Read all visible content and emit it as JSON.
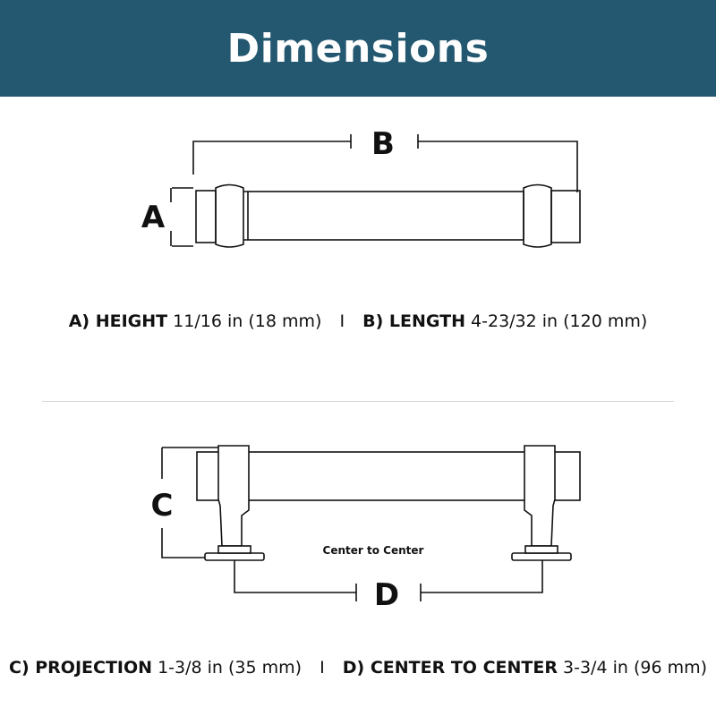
{
  "header": {
    "title": "Dimensions",
    "color": "#245871"
  },
  "top_diagram": {
    "label_a": "A",
    "label_b": "B"
  },
  "bottom_diagram": {
    "label_c": "C",
    "label_d": "D",
    "center_note": "Center to Center"
  },
  "specs": {
    "height": {
      "key": "A) HEIGHT",
      "value": "11/16 in (18 mm)"
    },
    "length": {
      "key": "B) LENGTH",
      "value": "4-23/32 in (120 mm)"
    },
    "projection": {
      "key": "C) PROJECTION",
      "value": "1-3/8 in (35 mm)"
    },
    "center": {
      "key": "D) CENTER TO CENTER",
      "value": "3-3/4 in (96 mm)"
    },
    "separator": "I"
  }
}
